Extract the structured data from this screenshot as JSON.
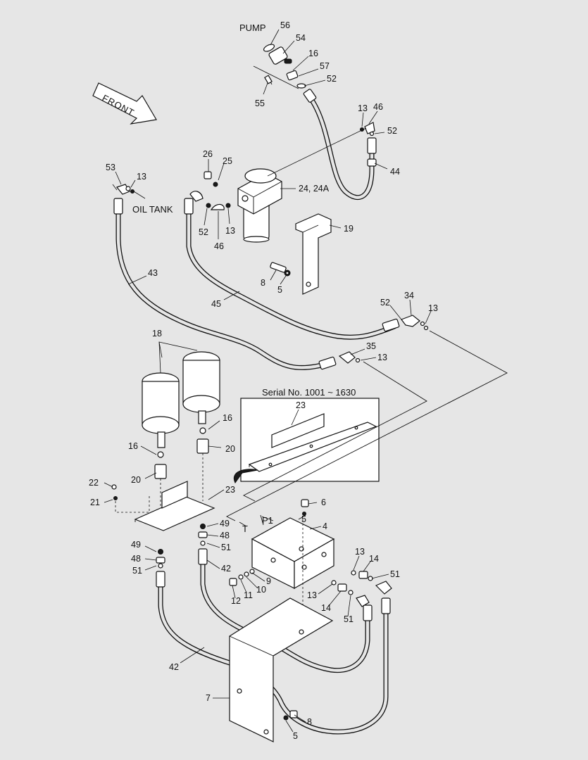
{
  "annotations": {
    "pump": "PUMP",
    "oil_tank": "OIL TANK",
    "front": "FRONT",
    "serial": "Serial No. 1001 ~ 1630",
    "port_t": "T",
    "port_p1": "P1"
  },
  "callouts": {
    "c56": "56",
    "c54": "54",
    "c16a": "16",
    "c57": "57",
    "c52a": "52",
    "c55": "55",
    "c13a": "13",
    "c46a": "46",
    "c52b": "52",
    "c44": "44",
    "c26": "26",
    "c25": "25",
    "c24": "24, 24A",
    "c19": "19",
    "c53": "53",
    "c13b": "13",
    "c52c": "52",
    "c46b": "46",
    "c13c": "13",
    "c8a": "8",
    "c5a": "5",
    "c43": "43",
    "c45": "45",
    "c52d": "52",
    "c34": "34",
    "c13d": "13",
    "c35": "35",
    "c13e": "13",
    "c18": "18",
    "c16b": "16",
    "c16c": "16",
    "c20a": "20",
    "c20b": "20",
    "c23a": "23",
    "c23b": "23",
    "c22": "22",
    "c21": "21",
    "c6": "6",
    "c5b": "5",
    "c4": "4",
    "c49a": "49",
    "c48a": "48",
    "c51a": "51",
    "c42a": "42",
    "c49b": "49",
    "c48b": "48",
    "c51b": "51",
    "c9": "9",
    "c10": "10",
    "c11": "11",
    "c12": "12",
    "c13f": "13",
    "c14a": "14",
    "c51c": "51",
    "c13g": "13",
    "c14b": "14",
    "c51d": "51",
    "c42b": "42",
    "c7": "7",
    "c8b": "8",
    "c5c": "5"
  }
}
